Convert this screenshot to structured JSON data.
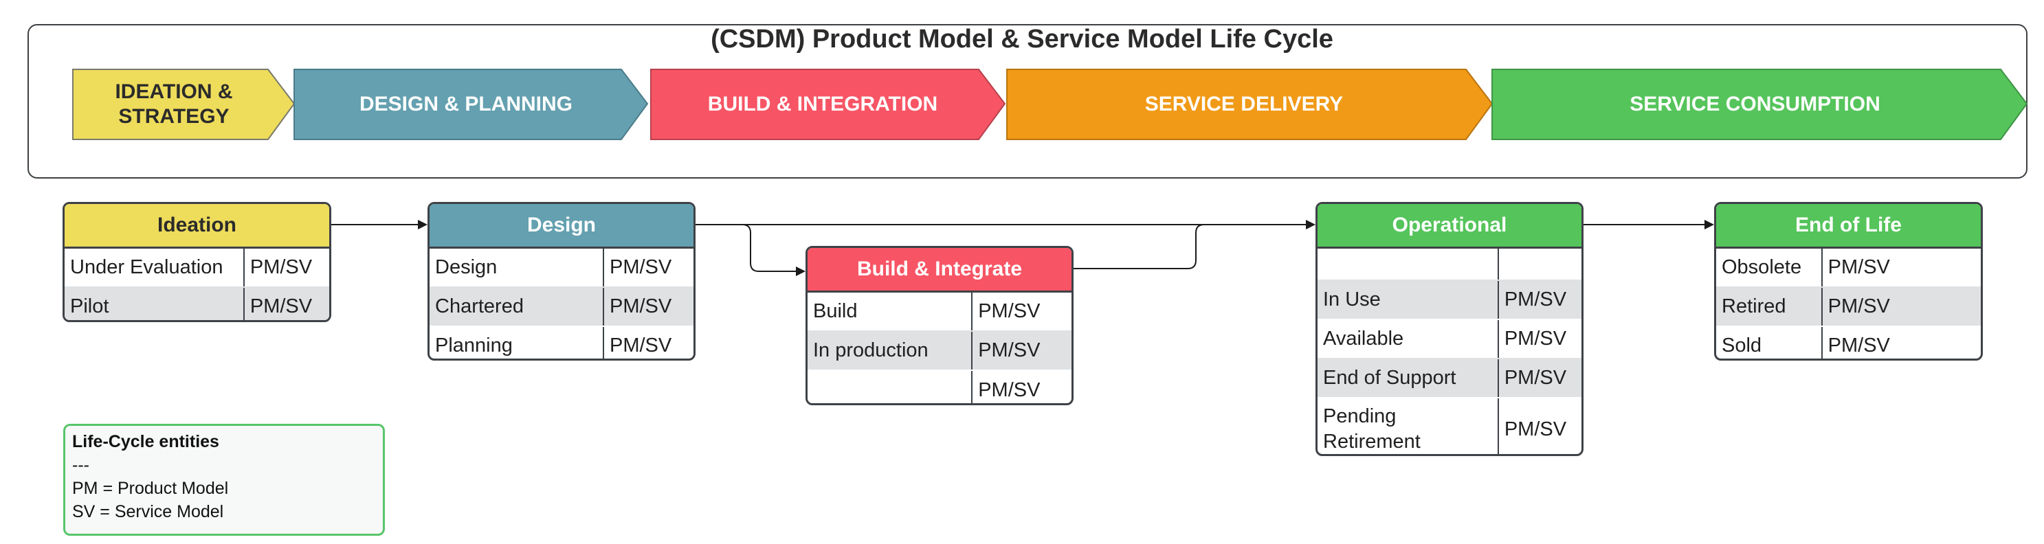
{
  "title": "(CSDM) Product Model & Service Model Life Cycle",
  "colors": {
    "ideation": "#eedc5b",
    "design": "#64a0b0",
    "build": "#f75565",
    "delivery": "#f19a17",
    "consumption": "#55c45b",
    "border": "#3e4247"
  },
  "phases": [
    {
      "label": "IDEATION &\nSTRATEGY"
    },
    {
      "label": "DESIGN & PLANNING"
    },
    {
      "label": "BUILD & INTEGRATION"
    },
    {
      "label": "SERVICE DELIVERY"
    },
    {
      "label": "SERVICE CONSUMPTION"
    }
  ],
  "states": {
    "ideation": {
      "header": "Ideation",
      "rows": [
        [
          "Under Evaluation",
          "PM/SV"
        ],
        [
          "Pilot",
          "PM/SV"
        ]
      ]
    },
    "design": {
      "header": "Design",
      "rows": [
        [
          "Design",
          "PM/SV"
        ],
        [
          "Chartered",
          "PM/SV"
        ],
        [
          "Planning",
          "PM/SV"
        ]
      ]
    },
    "build": {
      "header": "Build & Integrate",
      "rows": [
        [
          "Build",
          "PM/SV"
        ],
        [
          "In production",
          "PM/SV"
        ],
        [
          "",
          "PM/SV"
        ]
      ]
    },
    "operational": {
      "header": "Operational",
      "rows": [
        [
          "",
          ""
        ],
        [
          "In Use",
          "PM/SV"
        ],
        [
          "Available",
          "PM/SV"
        ],
        [
          "End of Support",
          "PM/SV"
        ],
        [
          "Pending\nRetirement",
          "PM/SV"
        ]
      ]
    },
    "endoflife": {
      "header": "End of Life",
      "rows": [
        [
          "Obsolete",
          "PM/SV"
        ],
        [
          "Retired",
          "PM/SV"
        ],
        [
          "Sold",
          "PM/SV"
        ]
      ]
    }
  },
  "legend": {
    "heading": "Life-Cycle entities",
    "separator": "---",
    "line1": "PM = Product Model",
    "line2": "SV = Service Model"
  }
}
